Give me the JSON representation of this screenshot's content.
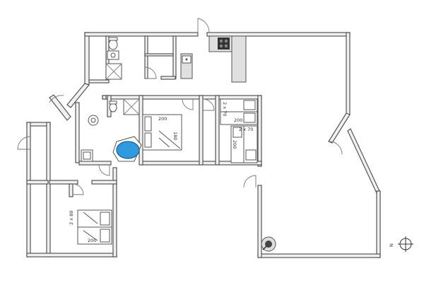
{
  "plan": {
    "beds": [
      {
        "length": "200",
        "width": "180"
      },
      {
        "length": "200",
        "width": "2 x 70"
      },
      {
        "length": "200",
        "width": "2 x 70"
      },
      {
        "length": "200",
        "width": "2 x 80"
      }
    ],
    "compass": {
      "north_label": "N"
    },
    "colors": {
      "walls": "#555555",
      "wall_fill": "#f0f0f0",
      "bathtub": "#2f9ae0",
      "background": "#ffffff"
    },
    "icons": [
      "stove-icon",
      "sink-icon",
      "toilet-icon",
      "shower-icon",
      "bathtub-icon",
      "fireplace-icon",
      "compass-icon"
    ]
  }
}
